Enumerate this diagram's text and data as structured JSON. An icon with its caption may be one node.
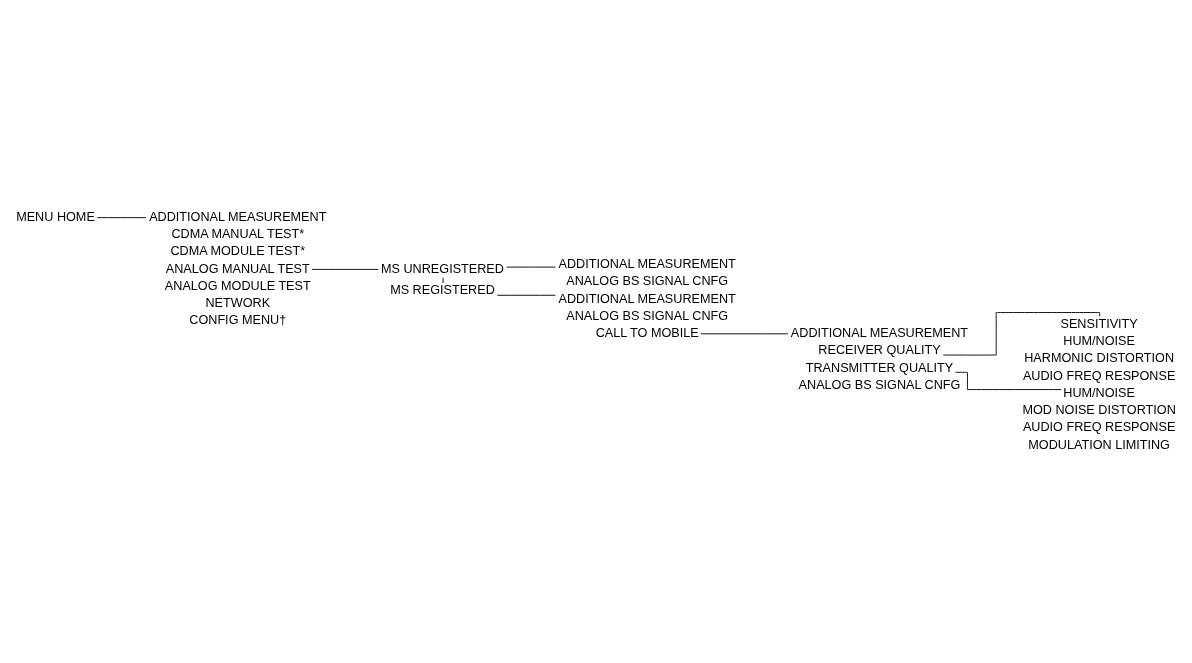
{
  "diagram": {
    "nodes": [
      {
        "text": [
          "MENU HOME"
        ]
      },
      {
        "text": [
          "ADDITIONAL MEASUREMENT"
        ]
      },
      {
        "text": [
          "CDMA MANUAL TEST*"
        ]
      },
      {
        "text": [
          "CDMA MODULE TEST*"
        ]
      },
      {
        "text": [
          "ANALOG MANUAL TEST"
        ]
      },
      {
        "text": [
          "ANALOG MODULE TEST"
        ]
      },
      {
        "text": [
          "NETWORK"
        ]
      },
      {
        "text": [
          "CONFIG MENU†"
        ]
      },
      {
        "text": [
          "MS UNREGISTERED"
        ]
      },
      {
        "text": [
          "MS REGISTERED"
        ]
      },
      {
        "text": [
          "ADDITIONAL MEASUREMENT"
        ]
      },
      {
        "text": [
          "ANALOG BS SIGNAL CNFG"
        ]
      },
      {
        "text": [
          "ADDITIONAL MEASUREMENT"
        ]
      },
      {
        "text": [
          "ANALOG BS SIGNAL CNFG"
        ]
      },
      {
        "text": [
          "CALL TO MOBILE"
        ]
      },
      {
        "text": [
          "ADDITIONAL MEASUREMENT"
        ]
      },
      {
        "text": [
          "RECEIVER QUALITY"
        ]
      },
      {
        "text": [
          "TRANSMITTER QUALITY"
        ]
      },
      {
        "text": [
          "ANALOG BS SIGNAL CNFG"
        ]
      },
      {
        "text": [
          "SENSITIVITY"
        ]
      },
      {
        "text": [
          "HUM/NOISE"
        ]
      },
      {
        "text": [
          "HARMONIC DISTORTION"
        ]
      },
      {
        "text": [
          "AUDIO FREQ RESPONSE"
        ]
      },
      {
        "text": [
          "HUM/NOISE"
        ]
      },
      {
        "text": [
          "MOD NOISE DISTORTION"
        ]
      },
      {
        "text": [
          "AUDIO FREQ RESPONSE"
        ]
      },
      {
        "text": [
          "MODULATION LIMITING"
        ]
      }
    ],
    "edges": [
      {
        "from": 0,
        "to": 1,
        "arrow": "none"
      },
      {
        "from": 4,
        "to": 8,
        "arrow": "none"
      },
      {
        "from": 8,
        "to": 9,
        "arrow": "none"
      },
      {
        "from": 8,
        "to": 10,
        "arrow": "none"
      },
      {
        "from": 9,
        "to": 12,
        "arrow": "none"
      },
      {
        "from": 14,
        "to": 15,
        "arrow": "none"
      },
      {
        "from": 16,
        "to": 19,
        "arrow": "none"
      },
      {
        "from": 17,
        "to": 23,
        "arrow": "none"
      }
    ]
  }
}
